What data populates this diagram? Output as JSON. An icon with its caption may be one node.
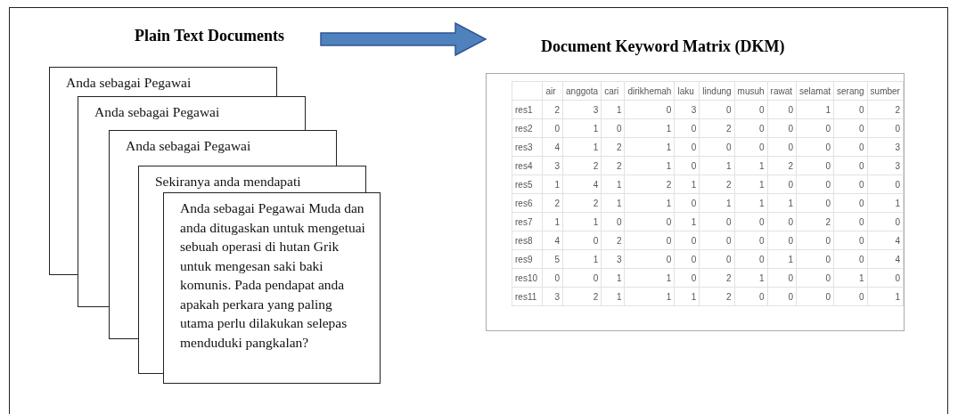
{
  "diagram": {
    "nodes": [
      {
        "text": [
          "Plain Text Documents"
        ]
      },
      {
        "text": [
          "Anda sebagai Pegawai"
        ]
      },
      {
        "text": [
          "Anda sebagai Pegawai"
        ]
      },
      {
        "text": [
          "Anda sebagai Pegawai"
        ]
      },
      {
        "text": [
          "Sekiranya anda mendapati"
        ]
      },
      {
        "text": [
          "Anda sebagai Pegawai Muda dan anda ditugaskan untuk mengetuai sebuah operasi di hutan Grik untuk mengesan saki baki komunis. Pada pendapat anda apakah perkara yang paling utama perlu dilakukan selepas menduduki pangkalan?"
        ]
      },
      {
        "text": [
          "Document Keyword Matrix (DKM)"
        ]
      }
    ],
    "edges": [
      {
        "from": 0,
        "to": 6,
        "arrow": "to",
        "style": "thick"
      }
    ],
    "labels": [
      "air",
      "anggota",
      "cari",
      "dirikhemah",
      "laku",
      "lindung",
      "musuh",
      "rawat",
      "selamat",
      "serang",
      "sumber",
      "res1",
      "2",
      "3",
      "1",
      "0",
      "3",
      "0",
      "0",
      "0",
      "1",
      "0",
      "2",
      "res2",
      "0",
      "1",
      "0",
      "1",
      "0",
      "2",
      "0",
      "0",
      "0",
      "0",
      "0",
      "res3",
      "4",
      "1",
      "2",
      "1",
      "0",
      "0",
      "0",
      "0",
      "0",
      "0",
      "3",
      "res4",
      "3",
      "2",
      "2",
      "1",
      "0",
      "1",
      "1",
      "2",
      "0",
      "0",
      "3",
      "res5",
      "1",
      "4",
      "1",
      "2",
      "1",
      "2",
      "1",
      "0",
      "0",
      "0",
      "0",
      "res6",
      "2",
      "2",
      "1",
      "1",
      "0",
      "1",
      "1",
      "1",
      "0",
      "0",
      "1",
      "res7",
      "1",
      "1",
      "0",
      "0",
      "1",
      "0",
      "0",
      "0",
      "2",
      "0",
      "0",
      "res8",
      "4",
      "0",
      "2",
      "0",
      "0",
      "0",
      "0",
      "0",
      "0",
      "0",
      "4",
      "res9",
      "5",
      "1",
      "3",
      "0",
      "0",
      "0",
      "0",
      "1",
      "0",
      "0",
      "4",
      "res10",
      "0",
      "0",
      "1",
      "1",
      "0",
      "2",
      "1",
      "0",
      "0",
      "1",
      "0",
      "res11",
      "3",
      "2",
      "1",
      "1",
      "1",
      "2",
      "0",
      "0",
      "0",
      "0",
      "1"
    ]
  }
}
